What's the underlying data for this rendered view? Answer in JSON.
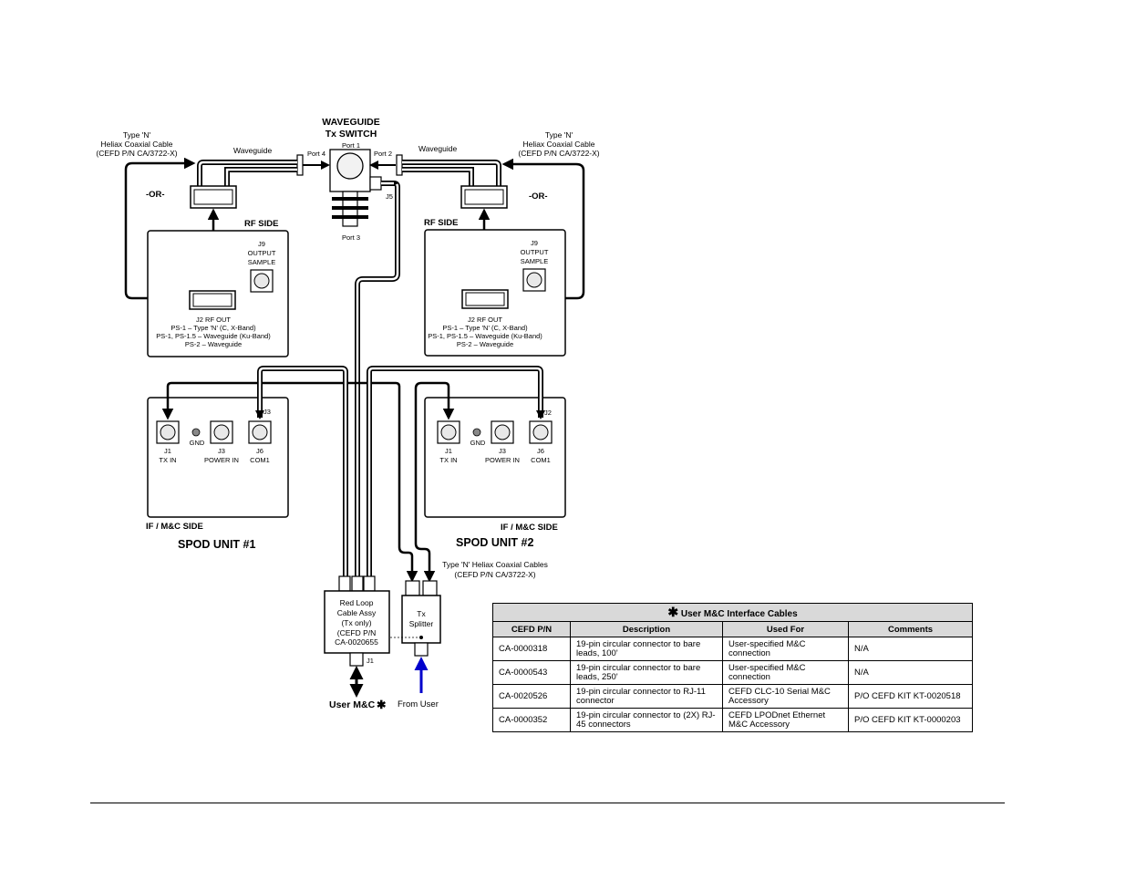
{
  "waveguide_switch": {
    "title1": "WAVEGUIDE",
    "title2": "Tx SWITCH",
    "port1": "Port 1",
    "port2": "Port 2",
    "port3": "Port 3",
    "port4": "Port 4",
    "j5": "J5"
  },
  "cable_left": {
    "line1": "Type 'N'",
    "line2": "Heliax Coaxial Cable",
    "line3": "(CEFD P/N CA/3722-X)"
  },
  "cable_right": {
    "line1": "Type 'N'",
    "line2": "Heliax Coaxial Cable",
    "line3": "(CEFD P/N CA/3722-X)"
  },
  "waveguide_left": "Waveguide",
  "waveguide_right": "Waveguide",
  "or_left": "-OR-",
  "or_right": "-OR-",
  "rf_side_left": {
    "label": "RF SIDE",
    "j9_1": "J9",
    "j9_2": "OUTPUT",
    "j9_3": "SAMPLE",
    "j2": "J2 RF OUT",
    "ps1": "PS-1 – Type 'N' (C, X-Band)",
    "ps15": "PS-1, PS-1.5 – Waveguide (Ku-Band)",
    "ps2": "PS-2 – Waveguide"
  },
  "rf_side_right": {
    "label": "RF SIDE",
    "j9_1": "J9",
    "j9_2": "OUTPUT",
    "j9_3": "SAMPLE",
    "j2": "J2 RF OUT",
    "ps1": "PS-1 – Type 'N' (C, X-Band)",
    "ps15": "PS-1, PS-1.5 – Waveguide (Ku-Band)",
    "ps2": "PS-2 – Waveguide"
  },
  "if_side_left": {
    "label": "IF / M&C SIDE",
    "unit": "SPOD UNIT #1",
    "j1a": "J1",
    "j1b": "TX IN",
    "gnd": "GND",
    "j3a": "J3",
    "j3b": "POWER IN",
    "j6a": "J6",
    "j6b": "COM1",
    "j3top": "J3"
  },
  "if_side_right": {
    "label": "IF / M&C SIDE",
    "unit": "SPOD UNIT #2",
    "j1a": "J1",
    "j1b": "TX IN",
    "gnd": "GND",
    "j3a": "J3",
    "j3b": "POWER IN",
    "j6a": "J6",
    "j6b": "COM1",
    "j2top": "J2"
  },
  "redloop": {
    "line1": "Red Loop",
    "line2": "Cable Assy",
    "line3": "(Tx only)",
    "line4": "(CEFD P/N",
    "line5": "CA-0020655",
    "j1": "J1"
  },
  "splitter": {
    "line1": "Tx",
    "line2": "Splitter"
  },
  "coax_cables": {
    "line1": "Type 'N' Heliax Coaxial Cables",
    "line2": "(CEFD P/N CA/3722-X)"
  },
  "user_mc": "User M&C",
  "asterisk": "✱",
  "from_user": "From User",
  "colors": {
    "from_user_arrow": "#0000cc",
    "header_fill": "#d9d9d9"
  },
  "table": {
    "title": "User M&C Interface Cables",
    "headers": [
      "CEFD P/N",
      "Description",
      "Used For",
      "Comments"
    ],
    "rows": [
      [
        "CA-0000318",
        "19-pin circular connector to bare leads, 100'",
        "User-specified M&C connection",
        "N/A"
      ],
      [
        "CA-0000543",
        "19-pin circular connector to bare leads, 250'",
        "User-specified M&C connection",
        "N/A"
      ],
      [
        "CA-0020526",
        "19-pin circular connector to RJ-11 connector",
        "CEFD CLC-10 Serial M&C Accessory",
        "P/O  CEFD KIT KT-0020518"
      ],
      [
        "CA-0000352",
        "19-pin circular connector to (2X) RJ-45 connectors",
        "CEFD LPODnet Ethernet M&C Accessory",
        "P/O CEFD KIT KT-0000203"
      ]
    ]
  }
}
